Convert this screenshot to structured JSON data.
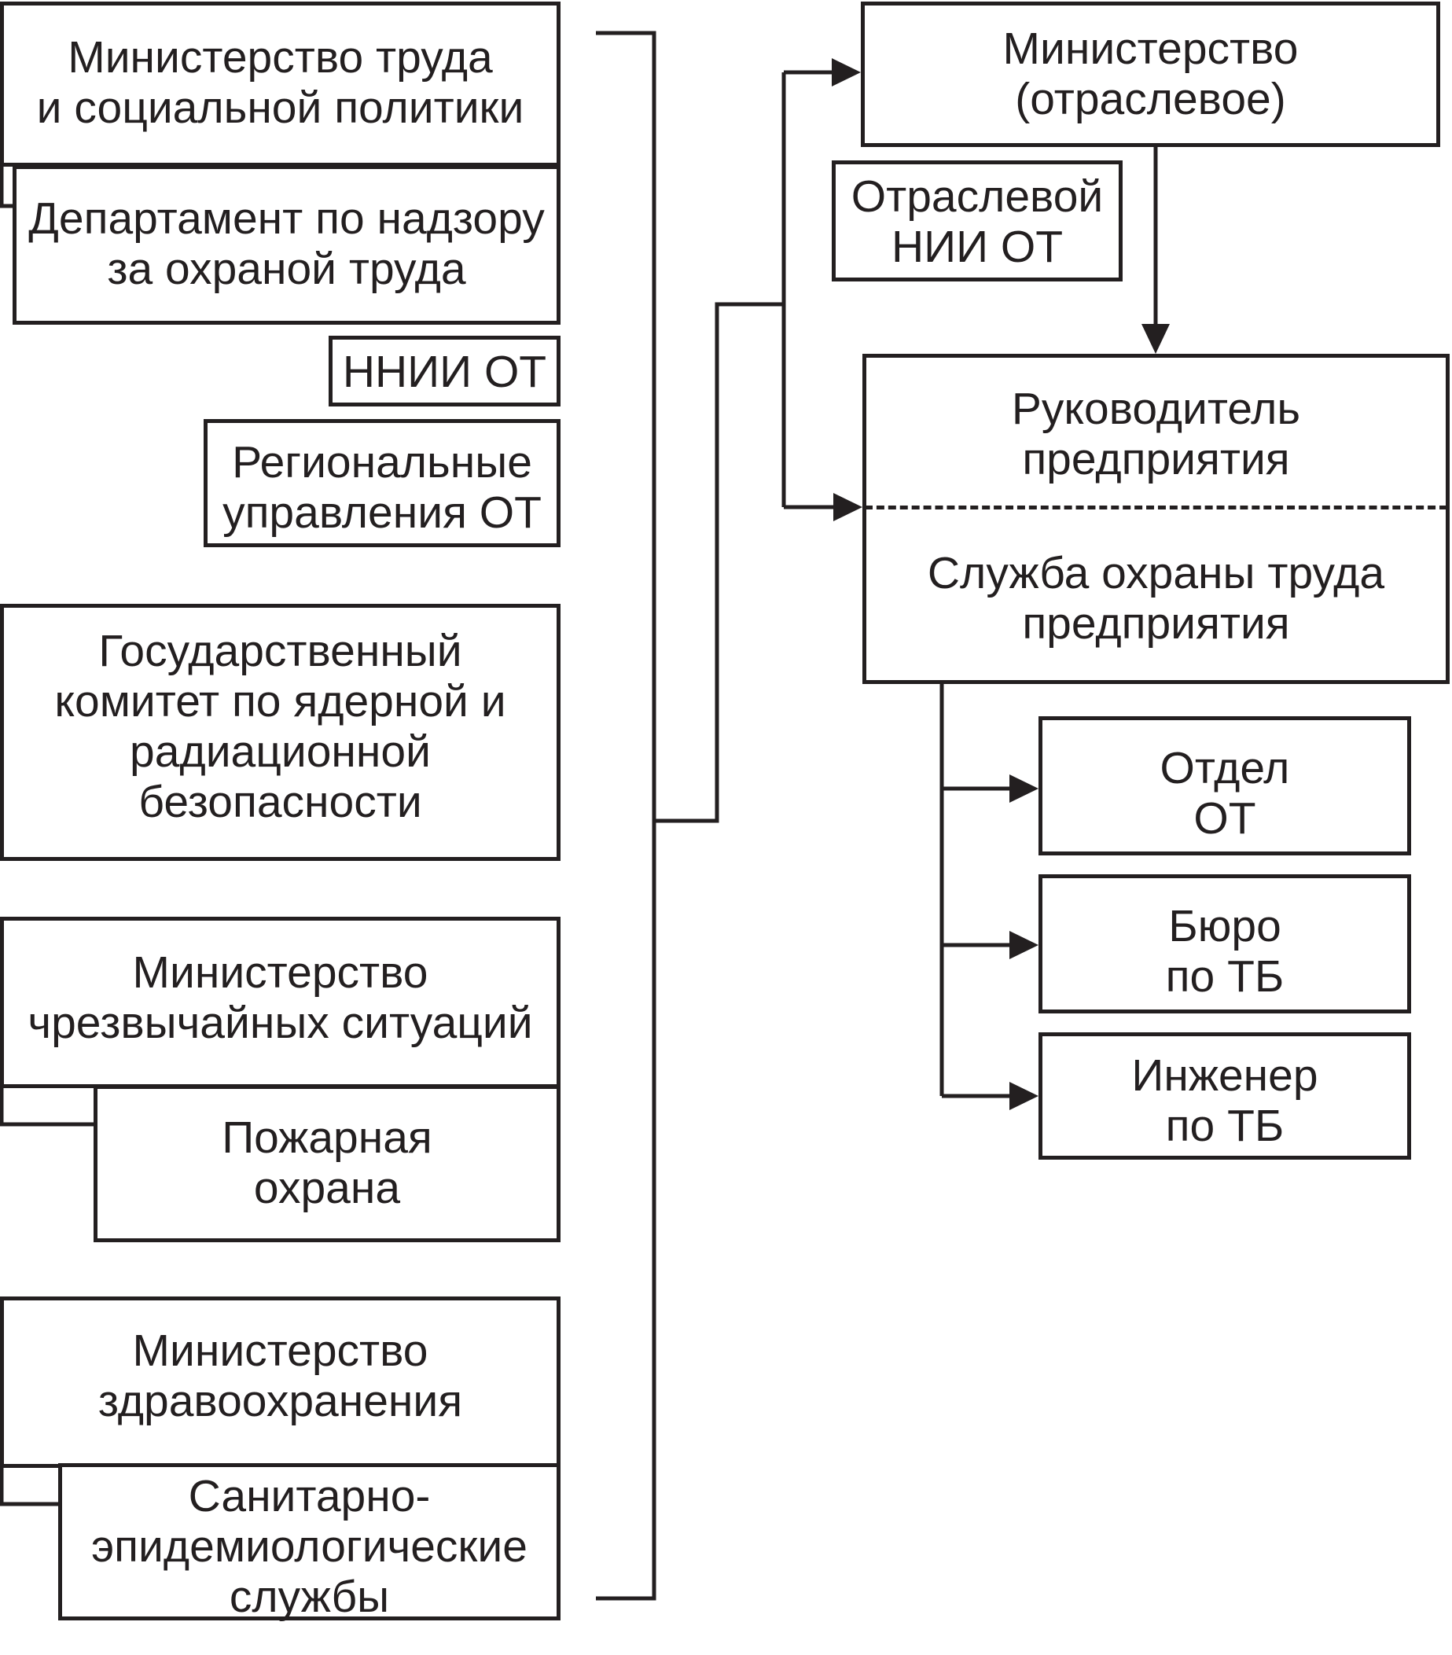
{
  "left_column": {
    "labor_ministry": {
      "line1": "Министерство труда",
      "line2": "и социальной политики"
    },
    "labor_department": {
      "line1": "Департамент по надзору",
      "line2": "за охраной труда"
    },
    "nnii": {
      "label": "ННИИ ОТ"
    },
    "regional": {
      "line1": "Региональные",
      "line2": "управления ОТ"
    },
    "nuclear_committee": {
      "line1": "Государственный",
      "line2": "комитет по ядерной и",
      "line3": "радиационной",
      "line4": "безопасности"
    },
    "emergency_ministry": {
      "line1": "Министерство",
      "line2": "чрезвычайных ситуаций"
    },
    "fire_service": {
      "line1": "Пожарная",
      "line2": "охрана"
    },
    "health_ministry": {
      "line1": "Министерство",
      "line2": "здравоохранения"
    },
    "sanitary_services": {
      "line1": "Санитарно-",
      "line2": "эпидемиологические",
      "line3": "службы"
    }
  },
  "right_column": {
    "branch_ministry": {
      "line1": "Министерство",
      "line2": "(отраслевое)"
    },
    "branch_institute": {
      "line1": "Отраслевой",
      "line2": "НИИ ОТ"
    },
    "enterprise_head": {
      "line1": "Руководитель",
      "line2": "предприятия"
    },
    "enterprise_safety_service": {
      "line1": "Служба охраны труда",
      "line2": "предприятия"
    },
    "ot_department": {
      "line1": "Отдел",
      "line2": "ОТ"
    },
    "tb_bureau": {
      "line1": "Бюро",
      "line2": "по ТБ"
    },
    "tb_engineer": {
      "line1": "Инженер",
      "line2": "по ТБ"
    }
  },
  "colors": {
    "line": "#231f20",
    "background": "#ffffff"
  }
}
